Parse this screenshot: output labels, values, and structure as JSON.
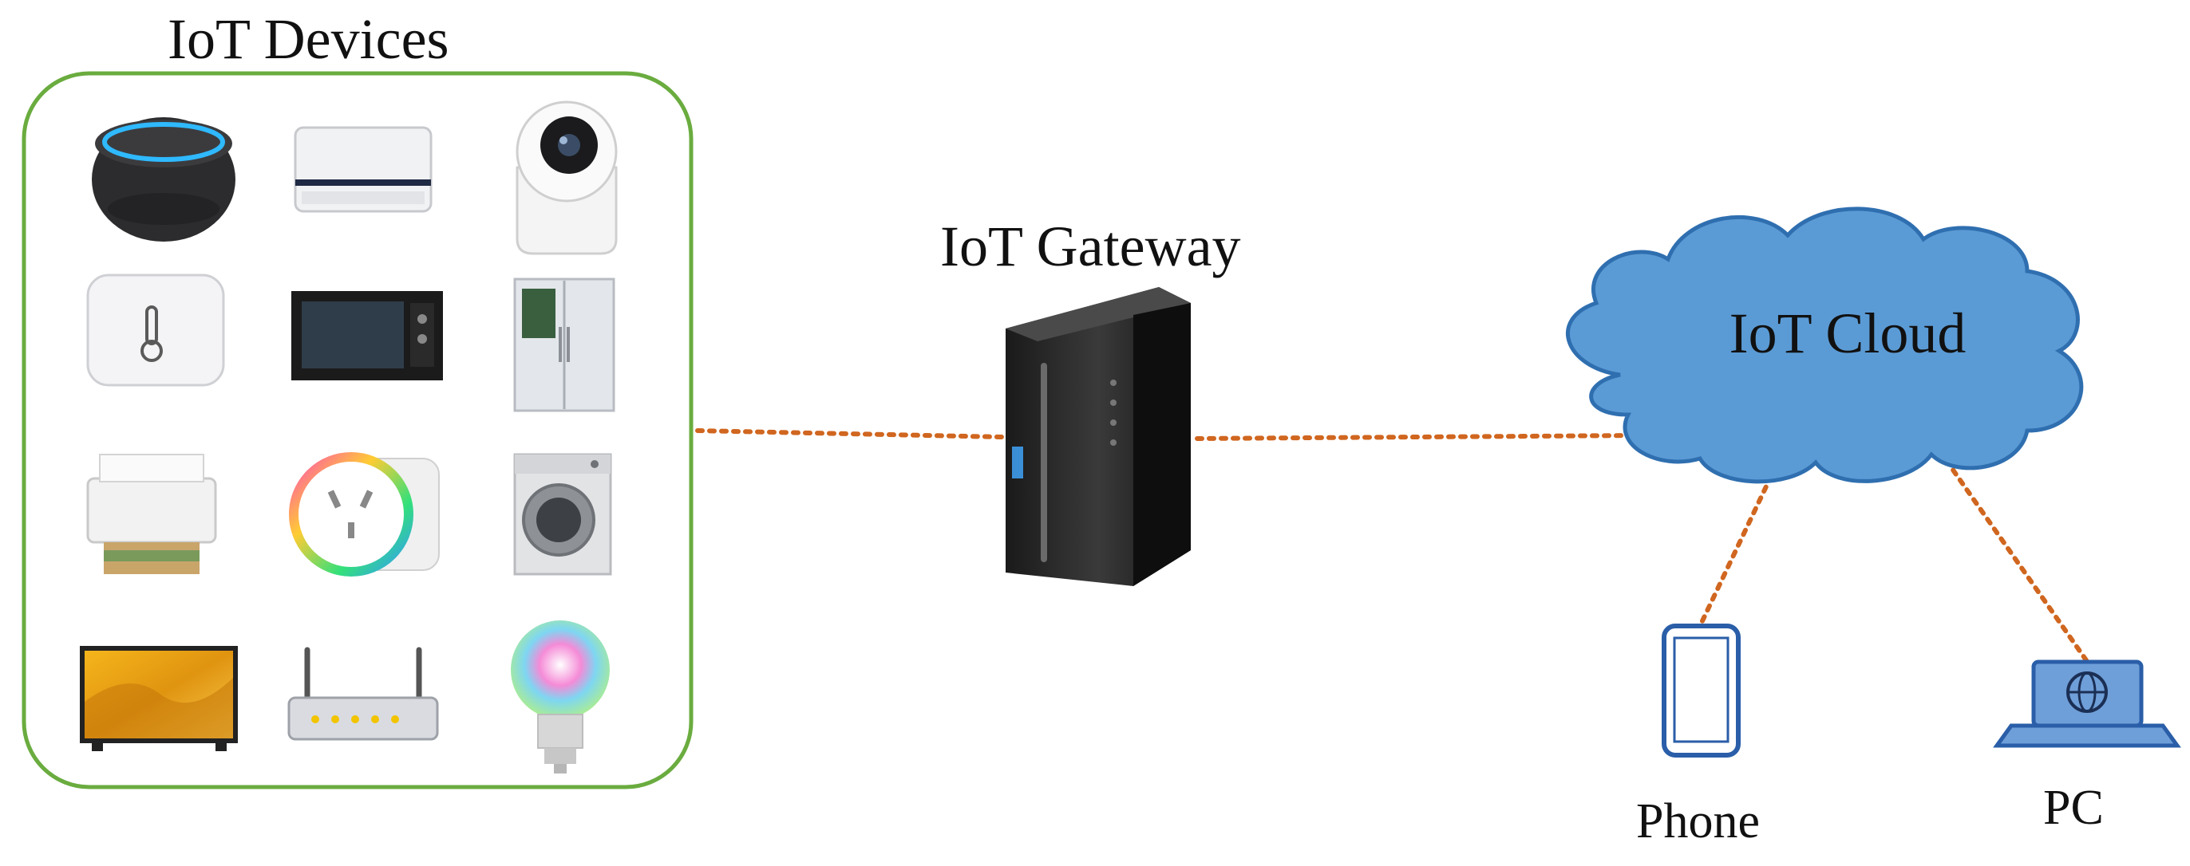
{
  "diagram": {
    "devices_group": {
      "title": "IoT Devices",
      "items": [
        "smart-speaker-icon",
        "air-conditioner-icon",
        "security-camera-icon",
        "temperature-sensor-icon",
        "microwave-oven-icon",
        "smart-fridge-icon",
        "printer-icon",
        "smart-plug-icon",
        "washing-machine-icon",
        "smart-tv-icon",
        "wifi-router-icon",
        "smart-bulb-icon"
      ]
    },
    "gateway": {
      "title": "IoT Gateway",
      "icon": "gateway-box-icon"
    },
    "cloud": {
      "label": "IoT Cloud",
      "icon": "cloud-icon"
    },
    "clients": {
      "phone": {
        "label": "Phone",
        "icon": "phone-icon"
      },
      "pc": {
        "label": "PC",
        "icon": "laptop-icon"
      }
    },
    "colors": {
      "group_border": "#6aac3f",
      "link": "#d0661f",
      "cloud_fill": "#5b9bd5",
      "cloud_stroke": "#2f6fb0",
      "phone_stroke": "#2a5ea8",
      "laptop_fill": "#6f9fd8"
    }
  }
}
